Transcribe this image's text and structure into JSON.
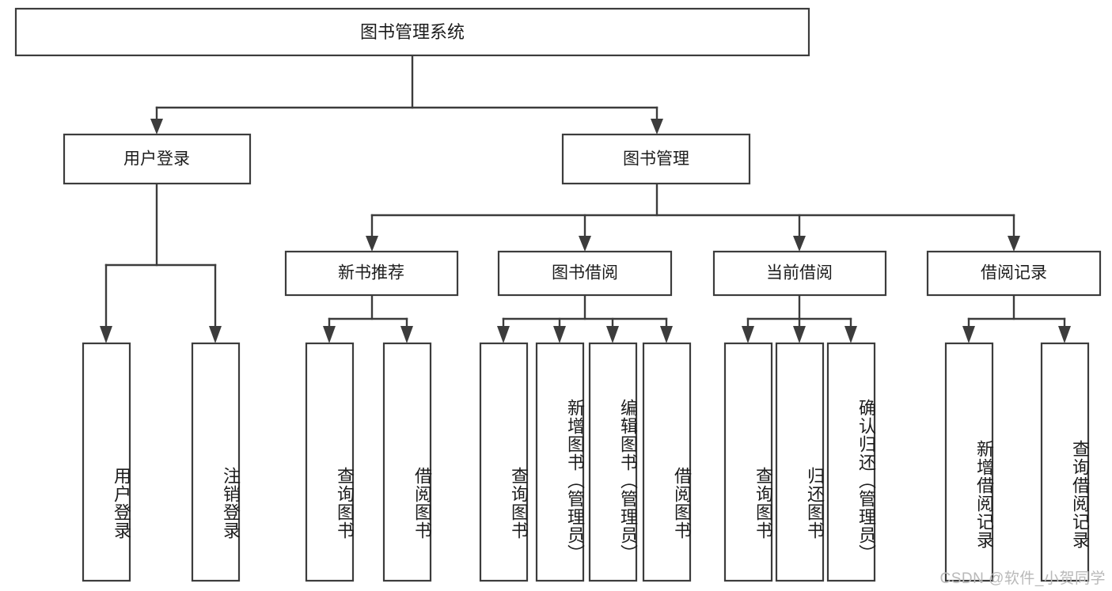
{
  "diagram": {
    "type": "tree-hierarchy",
    "orientation": "top-down",
    "title_node": {
      "label": "图书管理系统"
    },
    "level2": [
      {
        "label": "用户登录"
      },
      {
        "label": "图书管理"
      }
    ],
    "level3": [
      {
        "label": "新书推荐"
      },
      {
        "label": "图书借阅"
      },
      {
        "label": "当前借阅"
      },
      {
        "label": "借阅记录"
      }
    ],
    "leaves": {
      "user_login": [
        {
          "label": "用户登录"
        },
        {
          "label": "注销登录"
        }
      ],
      "new_book_recommend": [
        {
          "label": "查询图书"
        },
        {
          "label": "借阅图书"
        }
      ],
      "book_borrow": [
        {
          "label": "查询图书"
        },
        {
          "label": "新增图书（管理员）"
        },
        {
          "label": "编辑图书（管理员）"
        },
        {
          "label": "借阅图书"
        }
      ],
      "current_borrow": [
        {
          "label": "查询图书"
        },
        {
          "label": "归还图书"
        },
        {
          "label": "确认归还（管理员）"
        }
      ],
      "borrow_record": [
        {
          "label": "新增借阅记录"
        },
        {
          "label": "查询借阅记录"
        }
      ]
    },
    "watermark": "CSDN @软件_小贺同学",
    "colors": {
      "stroke": "#3c3c3c",
      "fill": "#ffffff",
      "text": "#1c1c1c",
      "watermark": "#b9b9b9"
    }
  }
}
